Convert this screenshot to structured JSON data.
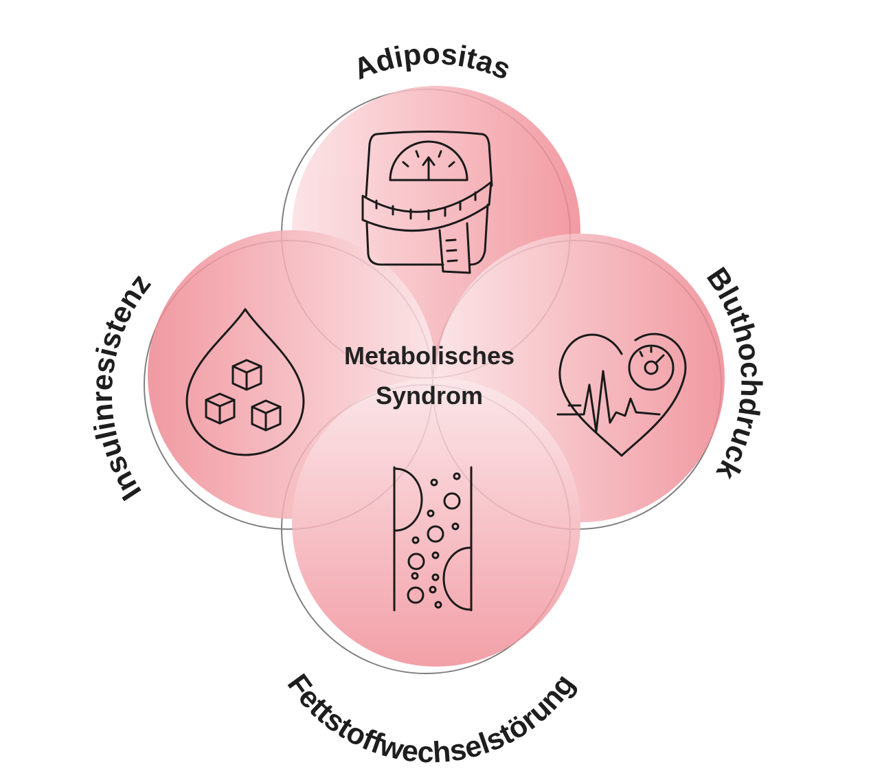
{
  "diagram": {
    "center": {
      "line1": "Metabolisches",
      "line2": "Syndrom"
    },
    "circles": [
      {
        "label": "Adipositas",
        "icon": "scale-measuring-tape-icon"
      },
      {
        "label": "Bluthochdruck",
        "icon": "heart-pulse-gauge-icon"
      },
      {
        "label": "Fettstoffwechselstörung",
        "icon": "blood-vessel-lipids-icon"
      },
      {
        "label": "Insulinresistenz",
        "icon": "blood-drop-sugar-cubes-icon"
      }
    ],
    "colors": {
      "fill": "#f08a93",
      "fill_light": "#fbe0e3",
      "outline": "#8a8a8a",
      "text": "#1e1e1e"
    }
  }
}
